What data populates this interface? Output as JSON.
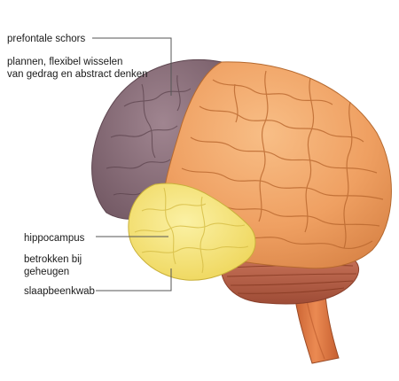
{
  "labels": {
    "prefrontal": {
      "title": "prefontale schors",
      "desc_line1": "plannen, flexibel wisselen",
      "desc_line2": "van gedrag en abstract denken"
    },
    "hippocampus": {
      "title": "hippocampus",
      "desc_line1": "betrokken bij",
      "desc_line2": "geheugen"
    },
    "temporal": {
      "title": "slaapbeenkwab"
    }
  },
  "colors": {
    "prefrontal_cortex": "#8a6d73",
    "cortex": "#f0a060",
    "hippocampus": "#f4e37a",
    "cerebellum": "#b8624a",
    "brainstem": "#d9733f",
    "leader_line": "#555555"
  }
}
